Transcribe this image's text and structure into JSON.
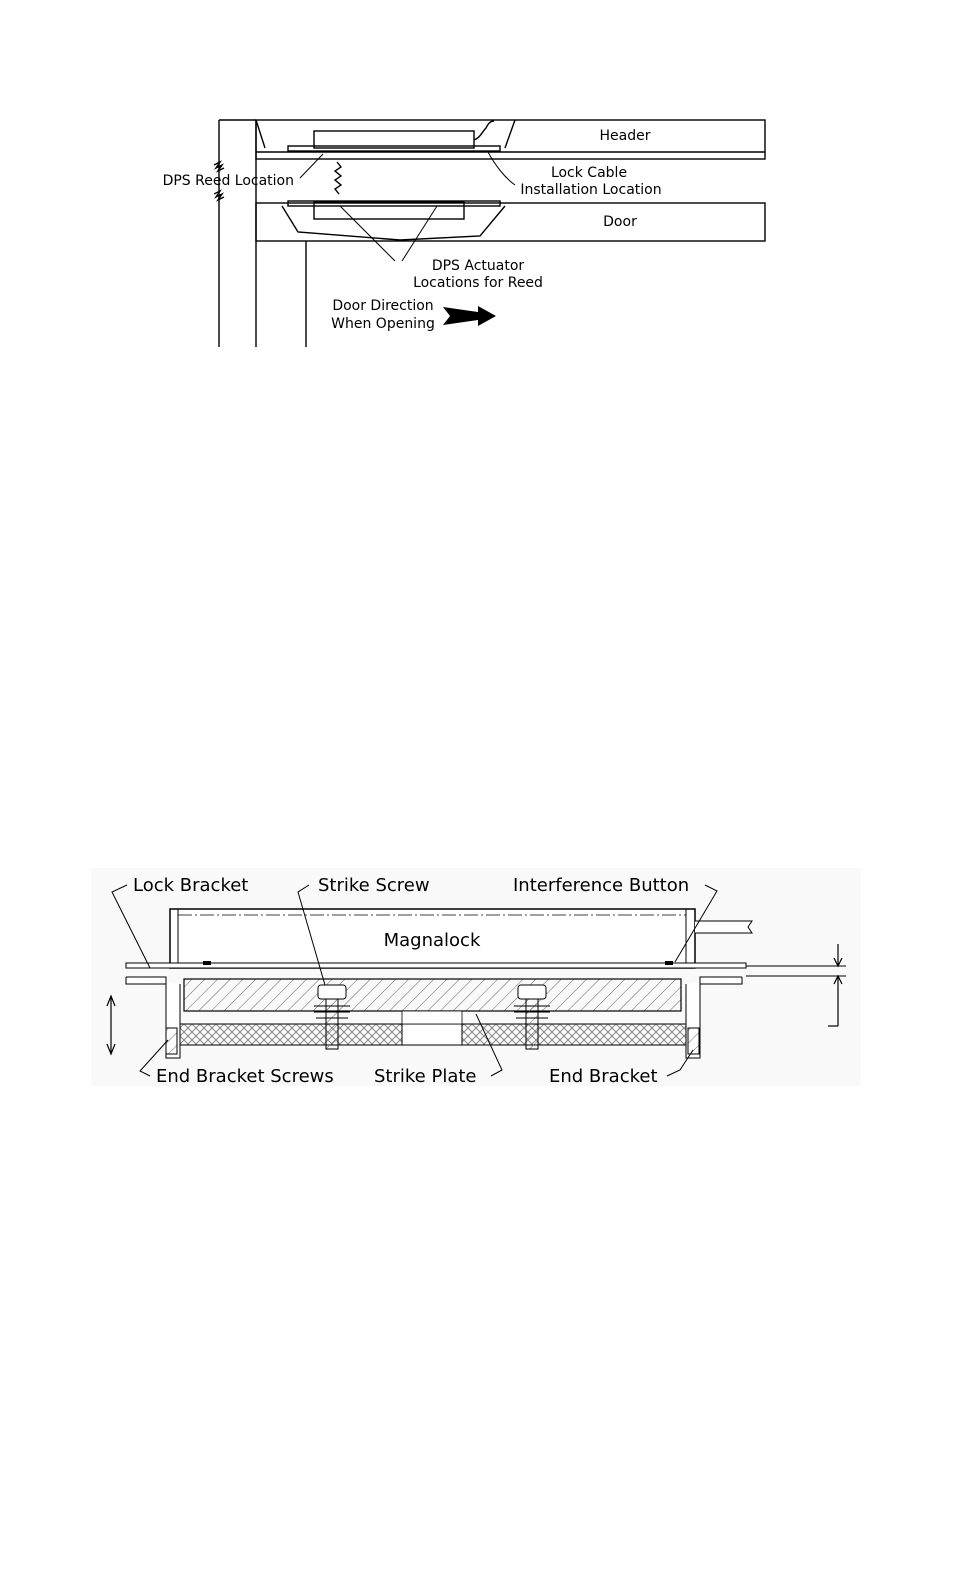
{
  "figure1": {
    "labels": {
      "header": "Header",
      "door": "Door",
      "dps_reed_location": "DPS Reed Location",
      "lock_cable_1": "Lock Cable",
      "lock_cable_2": "Installation Location",
      "dps_actuator_1": "DPS Actuator",
      "dps_actuator_2": "Locations for Reed",
      "door_direction_1": "Door Direction",
      "door_direction_2": "When Opening"
    }
  },
  "figure2": {
    "labels": {
      "lock_bracket": "Lock Bracket",
      "strike_screw": "Strike Screw",
      "interference_button": "Interference Button",
      "magnalock": "Magnalock",
      "end_bracket_screws": "End Bracket Screws",
      "strike_plate": "Strike Plate",
      "end_bracket": "End Bracket"
    }
  }
}
